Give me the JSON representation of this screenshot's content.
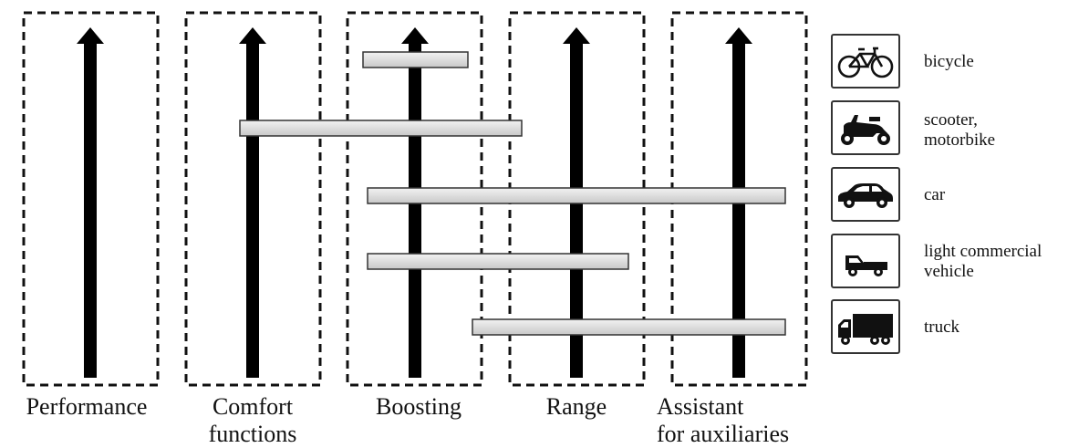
{
  "columns": [
    {
      "id": "performance",
      "label": "Performance"
    },
    {
      "id": "comfort",
      "label": "Comfort\nfunctions"
    },
    {
      "id": "boosting",
      "label": "Boosting"
    },
    {
      "id": "range",
      "label": "Range"
    },
    {
      "id": "assistant",
      "label": "Assistant\nfor auxiliaries"
    }
  ],
  "vehicles": [
    {
      "id": "bicycle",
      "label": "bicycle",
      "icon": "bicycle-icon",
      "from": "boosting",
      "to": "boosting"
    },
    {
      "id": "scooter",
      "label": "scooter,\nmotorbike",
      "icon": "scooter-icon",
      "from": "comfort",
      "to": "boosting"
    },
    {
      "id": "car",
      "label": "car",
      "icon": "car-icon",
      "from": "boosting",
      "to": "assistant"
    },
    {
      "id": "lcv",
      "label": "light commercial\nvehicle",
      "icon": "light-truck-icon",
      "from": "boosting",
      "to": "range"
    },
    {
      "id": "truck",
      "label": "truck",
      "icon": "truck-icon",
      "from": "boosting",
      "to": "assistant"
    }
  ],
  "colors": {
    "bar_fill": "#d9d9d9",
    "bar_stroke": "#333333",
    "arrow": "#000000",
    "dash": "#111111"
  }
}
